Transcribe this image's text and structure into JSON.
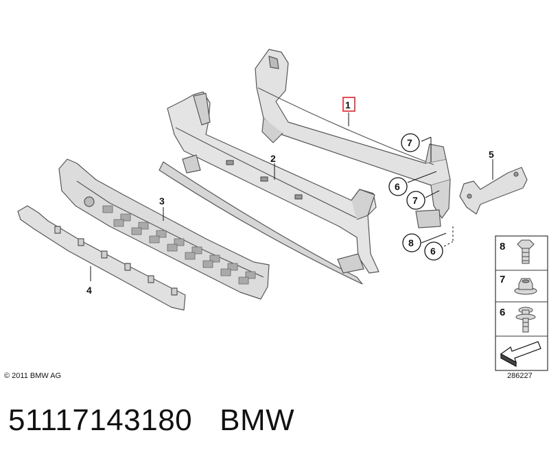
{
  "diagram": {
    "parts": [
      {
        "id": "1",
        "label": "1",
        "highlighted": true
      },
      {
        "id": "2",
        "label": "2"
      },
      {
        "id": "3",
        "label": "3"
      },
      {
        "id": "4",
        "label": "4"
      },
      {
        "id": "5",
        "label": "5"
      }
    ],
    "callouts": [
      "7",
      "6",
      "7",
      "8",
      "6"
    ],
    "legend": [
      {
        "label": "8",
        "icon": "hex-bolt-icon"
      },
      {
        "label": "7",
        "icon": "flange-nut-icon"
      },
      {
        "label": "6",
        "icon": "bolt-with-washer-icon"
      },
      {
        "label": "",
        "icon": "direction-arrow-icon"
      }
    ],
    "highlight_color": "#e0202a"
  },
  "footer": {
    "copyright": "© 2011 BMW AG",
    "diagram_id": "286227",
    "part_number": "51117143180",
    "brand": "BMW"
  }
}
